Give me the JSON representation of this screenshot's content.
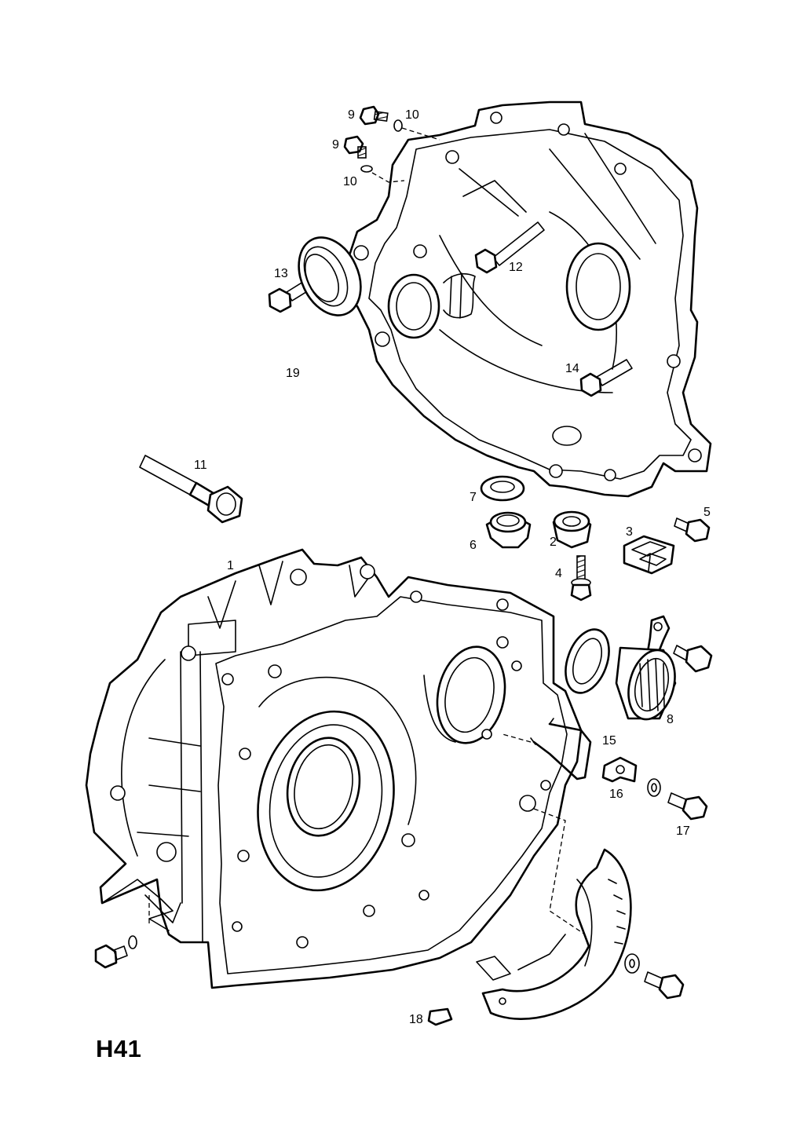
{
  "diagram_code": "H41",
  "callouts": {
    "p1": "1",
    "p2": "2",
    "p3": "3",
    "p4": "4",
    "p5": "5",
    "p6": "6",
    "p7": "7",
    "p8": "8",
    "p9a": "9",
    "p9b": "9",
    "p10a": "10",
    "p10b": "10",
    "p11": "11",
    "p12": "12",
    "p13": "13",
    "p14": "14",
    "p15": "15",
    "p16": "16",
    "p17": "17",
    "p18": "18",
    "p19": "19"
  }
}
